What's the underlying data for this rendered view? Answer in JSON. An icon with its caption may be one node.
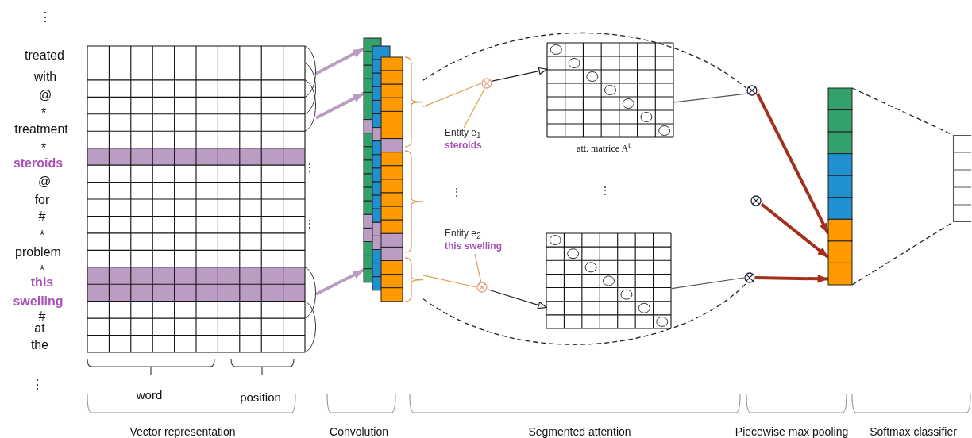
{
  "diagram": {
    "nodes": [
      {
        "text": [],
        "shape": "box"
      },
      {
        "text": [],
        "shape": "bar"
      },
      {
        "text": [],
        "shape": "circle"
      },
      {
        "text": [
          "Entity e$_{1}$",
          "steroids"
        ]
      },
      {
        "text": [],
        "shape": "box",
        "beside": [
          "att. matrice A$^{t}$"
        ]
      },
      {
        "text": [
          "Entity e$_{2}$",
          "this swelling"
        ]
      },
      {
        "text": [],
        "shape": "circle"
      },
      {
        "text": [],
        "shape": "box"
      },
      {
        "text": [],
        "shape": "circle"
      },
      {
        "text": [],
        "shape": "circle"
      },
      {
        "text": [],
        "shape": "circle"
      },
      {
        "text": [],
        "shape": "bar"
      },
      {
        "text": [],
        "shape": "box"
      }
    ],
    "edges": [
      {
        "from": 0,
        "to": 1,
        "arrow": "to",
        "style": "thick",
        "color": "#bb9dc3"
      },
      {
        "from": 0,
        "to": 1,
        "arrow": "to",
        "style": "thick",
        "color": "#bb9dc3"
      },
      {
        "from": 0,
        "to": 1,
        "arrow": "to",
        "style": "thick",
        "color": "#bb9dc3"
      },
      {
        "from": 1,
        "to": 2,
        "arrow": "none",
        "color": "#e0a050"
      },
      {
        "from": 3,
        "to": 2,
        "arrow": "none",
        "color": "#e0a050"
      },
      {
        "from": 2,
        "to": 4,
        "arrow": "to"
      },
      {
        "from": 1,
        "to": 8,
        "arrow": "none",
        "style": "dashed"
      },
      {
        "from": 1,
        "to": 6,
        "arrow": "none",
        "color": "#e0a050"
      },
      {
        "from": 5,
        "to": 6,
        "arrow": "none",
        "color": "#e0a050"
      },
      {
        "from": 6,
        "to": 7,
        "arrow": "to"
      },
      {
        "from": 1,
        "to": 10,
        "arrow": "none",
        "style": "dashed"
      },
      {
        "from": 4,
        "to": 8,
        "arrow": "none",
        "color": "#555555"
      },
      {
        "from": 7,
        "to": 10,
        "arrow": "none",
        "color": "#555555"
      },
      {
        "from": 8,
        "to": 11,
        "arrow": "to",
        "style": "thick",
        "color": "#a3301c"
      },
      {
        "from": 9,
        "to": 11,
        "arrow": "to",
        "style": "thick",
        "color": "#a3301c"
      },
      {
        "from": 10,
        "to": 11,
        "arrow": "to",
        "style": "thick",
        "color": "#a3301c"
      },
      {
        "from": 11,
        "to": 12,
        "arrow": "none",
        "style": "dashed"
      },
      {
        "from": 11,
        "to": 12,
        "arrow": "none",
        "style": "dashed"
      }
    ],
    "labels": [
      "⋮",
      "treated",
      "with",
      "@",
      "*",
      "treatment",
      "*",
      "steroids",
      "@",
      "for",
      "#",
      "*",
      "problem",
      "*",
      "this",
      "swelling",
      "#",
      "at",
      "the",
      "⋮",
      "⋮",
      "⋮",
      "⋮",
      "⋮",
      "word",
      "position",
      "Vector representation",
      "Convolution",
      "Segmented attention",
      "Piecewise max pooling",
      "Softmax classifier"
    ]
  }
}
